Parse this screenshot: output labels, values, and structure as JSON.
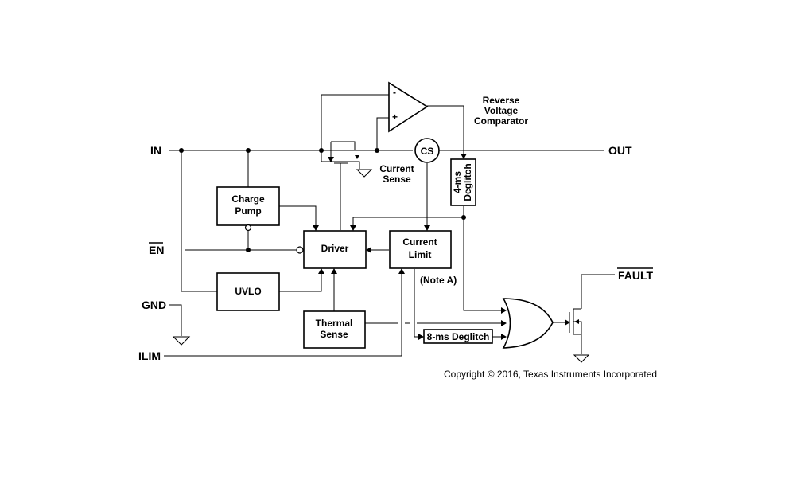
{
  "pins": {
    "in": "IN",
    "out": "OUT",
    "en": "EN",
    "gnd": "GND",
    "ilim": "ILIM",
    "fault": "FAULT"
  },
  "blocks": {
    "charge_pump_line1": "Charge",
    "charge_pump_line2": "Pump",
    "driver": "Driver",
    "current_limit_line1": "Current",
    "current_limit_line2": "Limit",
    "uvlo": "UVLO",
    "thermal_line1": "Thermal",
    "thermal_line2": "Sense",
    "cs": "CS",
    "deglitch_4ms_line1": "4-ms",
    "deglitch_4ms_line2": "Deglitch",
    "deglitch_8ms": "8-ms Deglitch"
  },
  "labels": {
    "reverse_line1": "Reverse",
    "reverse_line2": "Voltage",
    "reverse_line3": "Comparator",
    "current_sense_line1": "Current",
    "current_sense_line2": "Sense",
    "note_a": "(Note A)",
    "comp_minus": "-",
    "comp_plus": "+",
    "copyright": "Copyright © 2016, Texas Instruments Incorporated"
  }
}
